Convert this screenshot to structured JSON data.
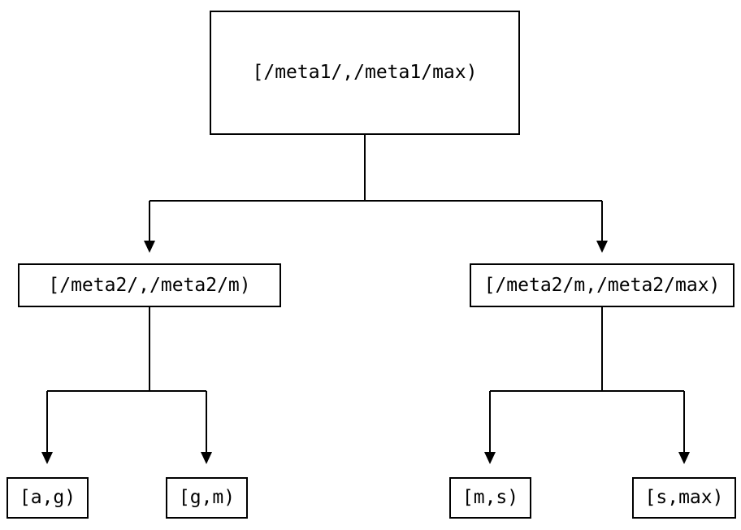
{
  "diagram": {
    "type": "tree",
    "nodes": {
      "root": {
        "label": "[/meta1/,/meta1/max)"
      },
      "meta2_low": {
        "label": "[/meta2/,/meta2/m)"
      },
      "meta2_high": {
        "label": "[/meta2/m,/meta2/max)"
      },
      "leaf_ag": {
        "label": "[a,g)"
      },
      "leaf_gm": {
        "label": "[g,m)"
      },
      "leaf_ms": {
        "label": "[m,s)"
      },
      "leaf_smax": {
        "label": "[s,max)"
      }
    },
    "edges": [
      {
        "from": "root",
        "to": "meta2_low"
      },
      {
        "from": "root",
        "to": "meta2_high"
      },
      {
        "from": "meta2_low",
        "to": "leaf_ag"
      },
      {
        "from": "meta2_low",
        "to": "leaf_gm"
      },
      {
        "from": "meta2_high",
        "to": "leaf_ms"
      },
      {
        "from": "meta2_high",
        "to": "leaf_smax"
      }
    ],
    "colors": {
      "line": "#000000",
      "box_border": "#000000",
      "box_fill": "#ffffff",
      "text": "#000000",
      "background": "#ffffff"
    }
  }
}
